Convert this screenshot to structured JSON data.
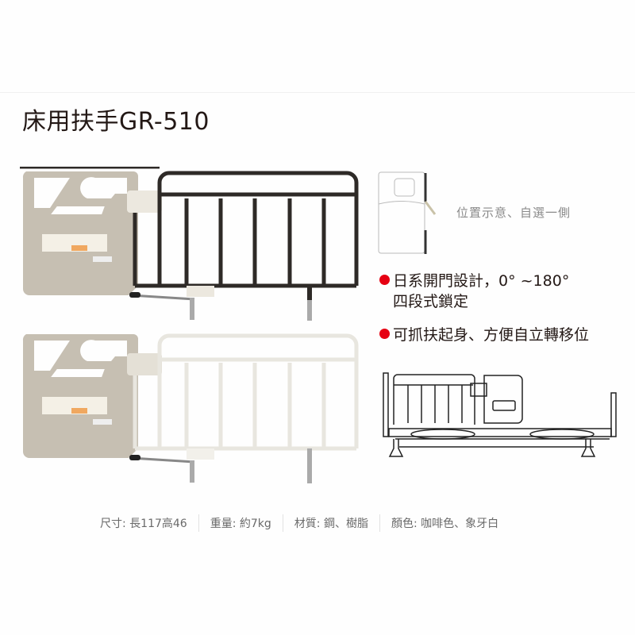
{
  "page": {
    "title": "床用扶手GR-510"
  },
  "products": [
    {
      "name": "rail-coffee",
      "color_label": "咖啡色",
      "frame_color": "#2e2a27",
      "panel_color": "#c6bfb2"
    },
    {
      "name": "rail-ivory",
      "color_label": "象牙白",
      "frame_color": "#e8e6df",
      "panel_color": "#c6bfb2"
    }
  ],
  "position_diagram": {
    "caption": "位置示意、自選一側"
  },
  "features": [
    {
      "line1": "日系開門設計，0°  ~180°",
      "line2": "四段式鎖定"
    },
    {
      "line1": "可抓扶起身、方便自立轉移位"
    }
  ],
  "specs": [
    {
      "label": "尺寸:",
      "value": "長117高46"
    },
    {
      "label": "重量:",
      "value": "約7kg"
    },
    {
      "label": "材質:",
      "value": "鋼、樹脂"
    },
    {
      "label": "顏色:",
      "value": "咖啡色、象牙白"
    }
  ],
  "colors": {
    "bullet": "#e60012",
    "title_text": "#231815",
    "caption_text": "#8a8a8a"
  }
}
